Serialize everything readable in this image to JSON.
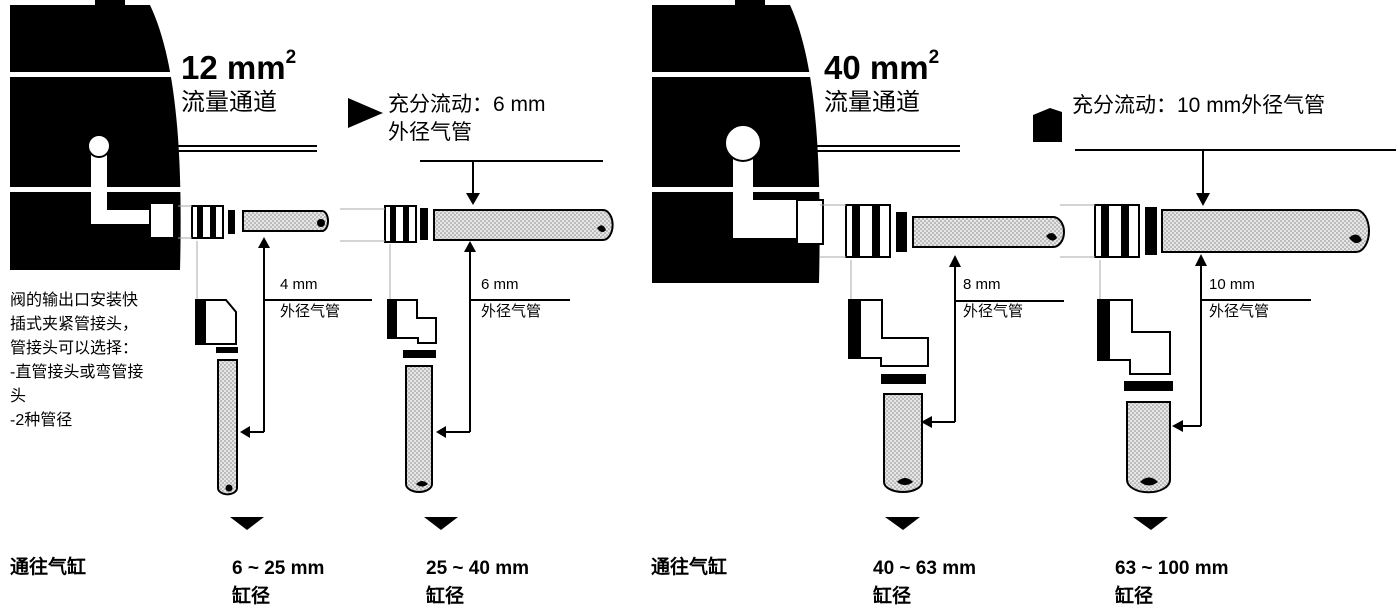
{
  "left_panel": {
    "area": "12 mm",
    "area_sup": "2",
    "channel": "流量通道",
    "flow_line1": "充分流动：6 mm",
    "flow_line2": "外径气管",
    "tube1_size": "4 mm",
    "tube1_label": "外径气管",
    "tube2_size": "6 mm",
    "tube2_label": "外径气管",
    "note": [
      "阀的输出口安装快",
      "插式夹紧管接头，",
      "管接头可以选择：",
      "-直管接头或弯管接",
      "头",
      "-2种管径"
    ],
    "to_cylinder": "通往气缸",
    "bore1": "6 ~ 25 mm",
    "bore2": "25 ~ 40 mm",
    "bore_label": "缸径"
  },
  "right_panel": {
    "area": "40 mm",
    "area_sup": "2",
    "channel": "流量通道",
    "flow_line": "充分流动：10 mm外径气管",
    "tube1_size": "8 mm",
    "tube1_label": "外径气管",
    "tube2_size": "10 mm",
    "tube2_label": "外径气管",
    "to_cylinder": "通往气缸",
    "bore1": "40 ~ 63 mm",
    "bore2": "63 ~ 100 mm",
    "bore_label": "缸径"
  },
  "colors": {
    "ink": "#000000",
    "paper": "#ffffff",
    "tube_fill": "#d9d9d9"
  }
}
